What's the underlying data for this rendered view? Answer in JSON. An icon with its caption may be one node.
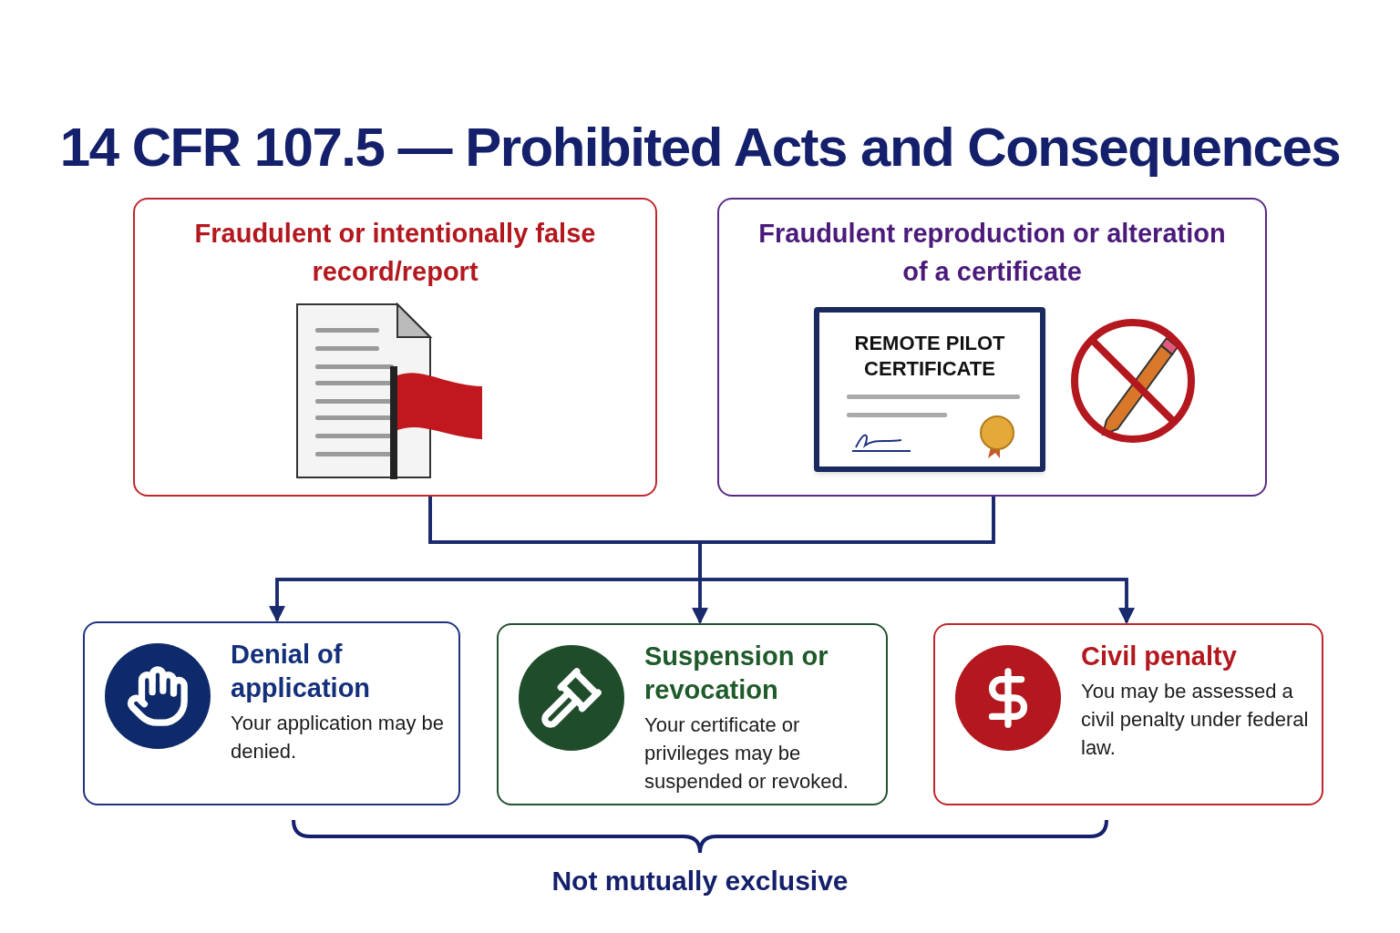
{
  "diagram": {
    "title": "14 CFR 107.5 — Prohibited Acts and Consequences",
    "nodes": [
      {
        "text": [
          "Fraudulent or intentionally false record/report"
        ]
      },
      {
        "text": [
          "Fraudulent reproduction or alteration of a certificate"
        ]
      },
      {
        "text": [
          "REMOTE PILOT CERTIFICATE"
        ],
        "in": 1
      },
      {
        "text": [
          "Denial of application",
          "Your application may be denied."
        ]
      },
      {
        "text": [
          "Suspension or revocation",
          "Your certificate or privileges may be suspended or revoked."
        ]
      },
      {
        "text": [
          "Civil penalty",
          "You may be assessed a civil penalty under federal law."
        ]
      }
    ],
    "edges": [
      {
        "from": 0,
        "to": 3,
        "arrow": "to"
      },
      {
        "from": 0,
        "to": 4,
        "arrow": "to"
      },
      {
        "from": 0,
        "to": 5,
        "arrow": "to"
      },
      {
        "from": 1,
        "to": 3,
        "arrow": "to"
      },
      {
        "from": 1,
        "to": 4,
        "arrow": "to"
      },
      {
        "from": 1,
        "to": 5,
        "arrow": "to"
      }
    ],
    "labels": [
      "Not mutually exclusive"
    ]
  }
}
